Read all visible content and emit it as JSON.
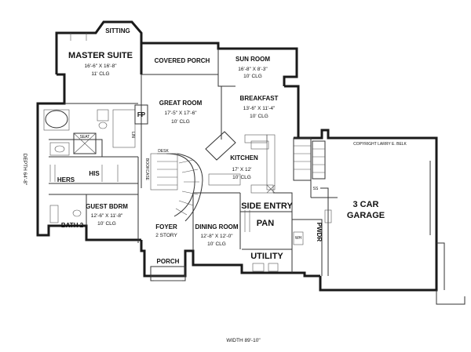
{
  "labels": {
    "sitting": "SITTING",
    "master_suite": "MASTER SUITE",
    "master_dims": "16'-6\" X 16'-8\"",
    "master_clg": "11' CLG",
    "covered_porch": "COVERED PORCH",
    "sun_room": "SUN ROOM",
    "sun_dims": "16'-8\" X 8'-3\"",
    "sun_clg": "10' CLG",
    "great_room": "GREAT ROOM",
    "great_dims": "17'-5\" X 17'-6\"",
    "great_clg": "10' CLG",
    "breakfast": "BREAKFAST",
    "breakfast_dims": "13'-6\" X 11'-4\"",
    "breakfast_clg": "10' CLG",
    "fp": "FP",
    "kitchen": "KITCHEN",
    "kitchen_dims": "17' X 12'",
    "kitchen_clg": "10' CLG",
    "seat": "SEAT",
    "his": "HIS",
    "hers": "HERS",
    "guest_bdrm": "GUEST BDRM",
    "guest_dims": "12'-6\" X 11'-8\"",
    "guest_clg": "10' CLG",
    "bath2": "BATH 2",
    "foyer": "FOYER",
    "foyer_story": "2 STORY",
    "dining_room": "DINING ROOM",
    "dining_dims": "12'-8\" X 12'-0\"",
    "dining_clg": "10' CLG",
    "pan": "PAN",
    "side_entry": "SIDE ENTRY",
    "garage_a": "3 CAR",
    "garage_b": "GARAGE",
    "pwdr": "PWDR",
    "utility": "UTILITY",
    "porch": "PORCH",
    "copyright": "COPYRIGHT LARRY E. BELK",
    "depth": "DEPTH 64'-8\"",
    "width": "WIDTH 89'-10\"",
    "desk": "DESK",
    "linen": "LIN",
    "bookcase": "BOOKCASE",
    "ss": "SS",
    "wh": "WH"
  }
}
